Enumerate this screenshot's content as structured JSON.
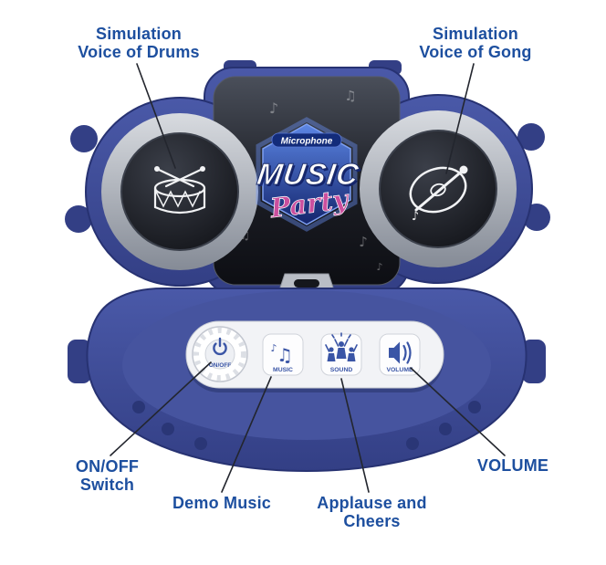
{
  "annotations": {
    "drums_label": "Simulation\nVoice of Drums",
    "gong_label": "Simulation\nVoice of Gong",
    "onoff_label": "ON/OFF\nSwitch",
    "demo_label": "Demo Music",
    "applause_label": "Applause and Cheers",
    "volume_label": "VOLUME"
  },
  "device": {
    "logo": {
      "brand": "Microphone",
      "title": "MUSIC",
      "subtitle": "Party"
    },
    "knob": {
      "label": "ON/OFF",
      "icon": "power-icon"
    },
    "buttons": [
      {
        "label": "MUSIC",
        "icon": "music-note-icon",
        "glyph": "♫",
        "glyph_small": "♪"
      },
      {
        "label": "SOUND",
        "icon": "applause-icon"
      },
      {
        "label": "VOLUME",
        "icon": "speaker-icon"
      }
    ],
    "pads": [
      {
        "name": "drums-pad",
        "icon": "drum-icon"
      },
      {
        "name": "gong-pad",
        "icon": "gong-icon",
        "note_glyph": "♪"
      }
    ],
    "decor_notes": [
      "♪",
      "♫",
      "♫",
      "♪",
      "♪"
    ]
  },
  "colors": {
    "annotation_blue": "#1d4f9f",
    "body_blue": "#3e4d9b",
    "body_blue_dark": "#273272",
    "panel_white": "#f2f3f6",
    "icon_blue": "#3a55a6",
    "party_pink": "#cb4f9e",
    "screen_black": "#15171d"
  }
}
